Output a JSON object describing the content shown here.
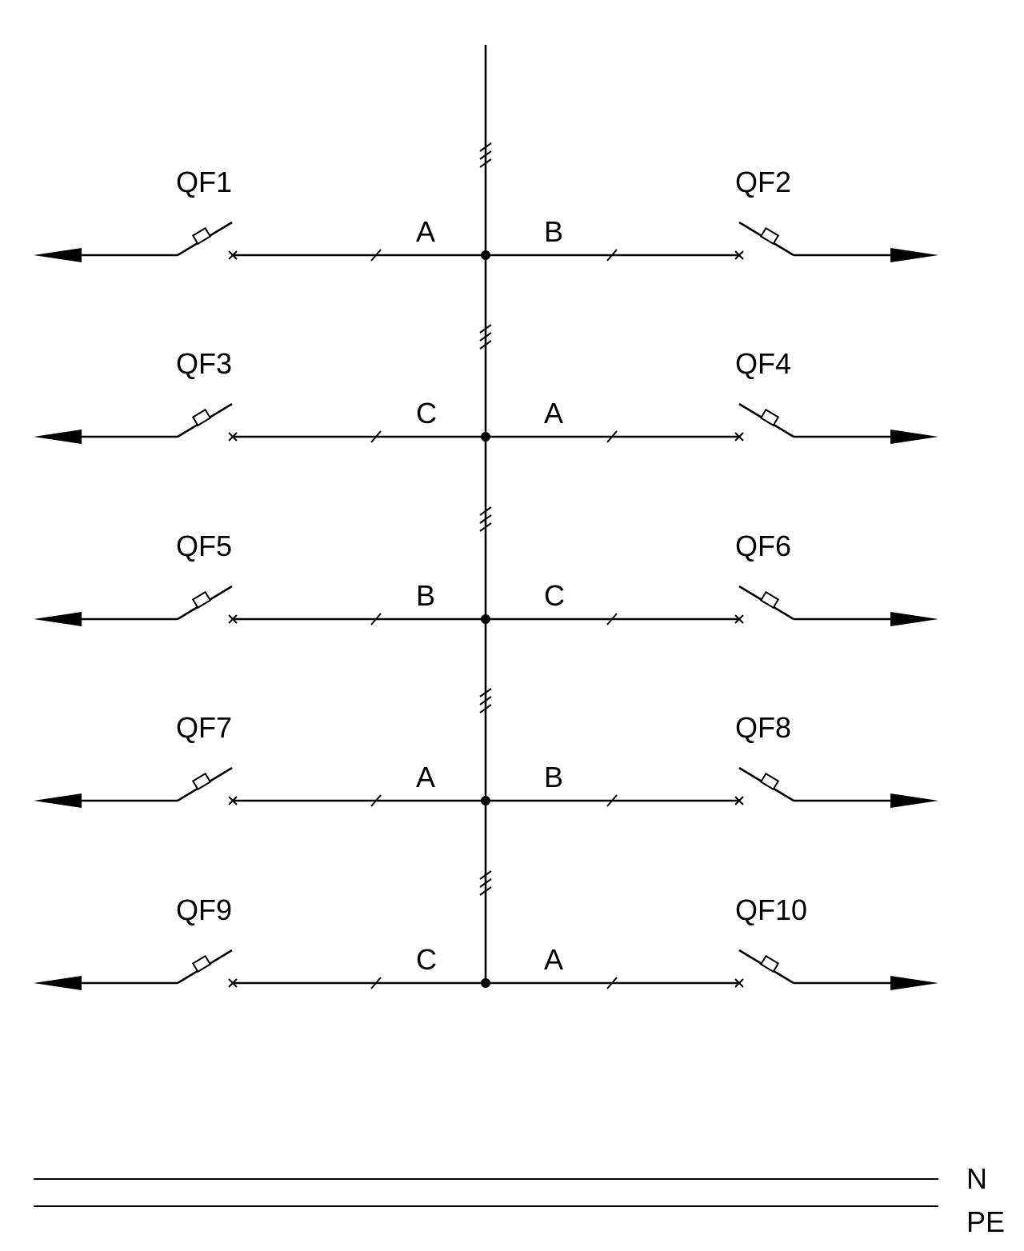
{
  "diagram": {
    "rows": [
      {
        "left_breaker": "QF1",
        "left_phase": "A",
        "right_phase": "B",
        "right_breaker": "QF2"
      },
      {
        "left_breaker": "QF3",
        "left_phase": "C",
        "right_phase": "A",
        "right_breaker": "QF4"
      },
      {
        "left_breaker": "QF5",
        "left_phase": "B",
        "right_phase": "C",
        "right_breaker": "QF6"
      },
      {
        "left_breaker": "QF7",
        "left_phase": "A",
        "right_phase": "B",
        "right_breaker": "QF8"
      },
      {
        "left_breaker": "QF9",
        "left_phase": "C",
        "right_phase": "A",
        "right_breaker": "QF10"
      }
    ],
    "buses": [
      {
        "label": "N"
      },
      {
        "label": "PE"
      }
    ]
  }
}
